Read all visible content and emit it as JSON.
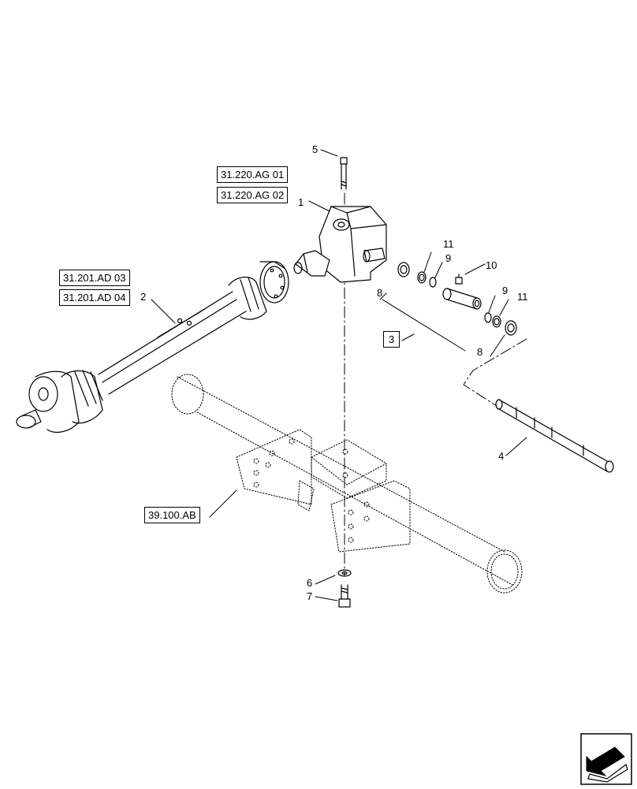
{
  "references": {
    "r1": "31.220.AG 01",
    "r2": "31.220.AG 02",
    "r3": "31.201.AD 03",
    "r4": "31.201.AD 04",
    "r5": "39.100.AB",
    "kit": "3"
  },
  "callouts": {
    "c1": "1",
    "c2": "2",
    "c4": "4",
    "c5": "5",
    "c6": "6",
    "c7": "7",
    "c8a": "8",
    "c8b": "8",
    "c9a": "9",
    "c9b": "9",
    "c10": "10",
    "c11a": "11",
    "c11b": "11"
  },
  "icons": {
    "nav": "next-page-arrow-icon"
  }
}
